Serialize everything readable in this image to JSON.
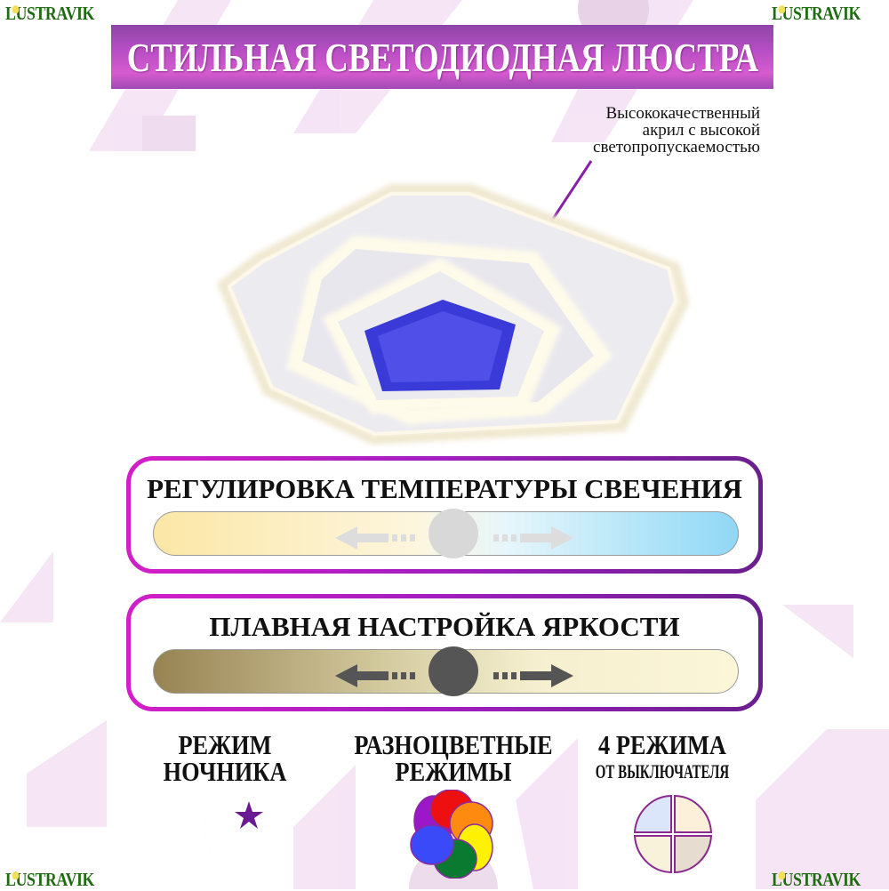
{
  "brand": {
    "logo": "LUSTRAVIK",
    "logo_rest": "USTRAVIK",
    "logo_first": "L"
  },
  "banner": {
    "title": "СТИЛЬНАЯ СВЕТОДИОДНАЯ ЛЮСТРА"
  },
  "annotation": {
    "lines": [
      "Высококачественный",
      "акрил с высокой",
      "светопропускаемостью"
    ]
  },
  "temperature": {
    "title": "РЕГУЛИРОВКА ТЕМПЕРАТУРЫ СВЕЧЕНИЯ",
    "gradient_from": "#fbe7a6",
    "gradient_to": "#8fd8f5",
    "knob_color": "#d8d8d8"
  },
  "brightness": {
    "title": "ПЛАВНАЯ НАСТРОЙКА ЯРКОСТИ",
    "gradient_from": "#978352",
    "gradient_to": "#fbf6d8",
    "knob_color": "#555555"
  },
  "features": [
    {
      "line1": "РЕЖИМ",
      "line2": "НОЧНИКА",
      "icon": "moon-star-icon"
    },
    {
      "line1": "РАЗНОЦВЕТНЫЕ",
      "line2": "РЕЖИМЫ",
      "icon": "color-petals-icon"
    },
    {
      "line1": "4 РЕЖИМА",
      "line2": "ОТ ВЫКЛЮЧАТЕЛЯ",
      "icon": "four-modes-icon"
    }
  ],
  "colors": {
    "accent": "#b01fc0",
    "logo": "#1f6b12"
  }
}
